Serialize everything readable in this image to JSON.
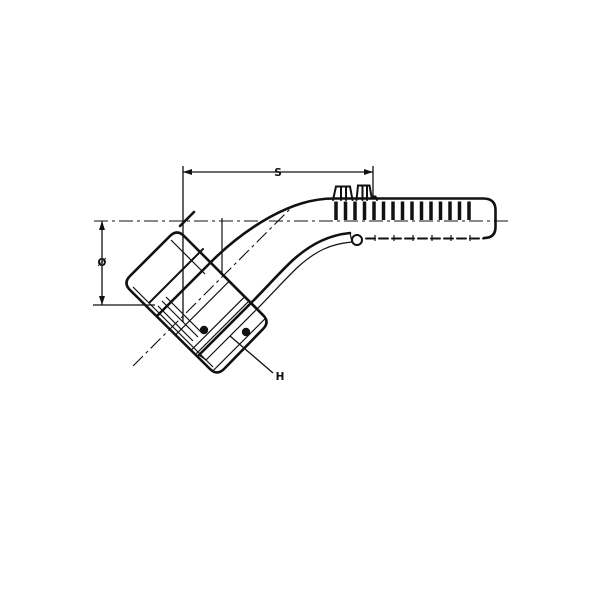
{
  "drawing": {
    "description": "Technical line drawing of a 45-degree elbow hydraulic hose fitting (female swivel nut, barbed hose tail), shown in half-section with hatching",
    "background_color": "#ffffff",
    "line_color": "#111111",
    "labels": {
      "length": "S",
      "diameter": "Ø",
      "hex": "H"
    }
  }
}
